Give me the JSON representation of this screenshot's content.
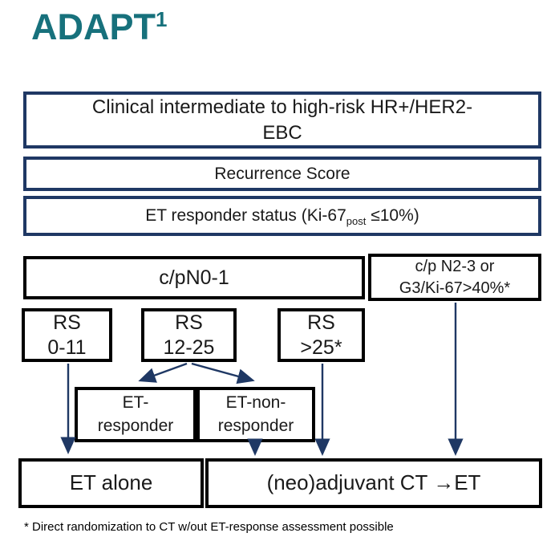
{
  "title": {
    "text": "ADAPT",
    "superscript": "1"
  },
  "colors": {
    "teal_title": "#17717C",
    "navy_border_arrows": "#1F3864",
    "node_border": "#000000",
    "background": "#FFFFFF"
  },
  "flow": {
    "clinical_box": {
      "line1": "Clinical intermediate to high-risk HR+/HER2-",
      "line2": "EBC"
    },
    "recurrence_box": {
      "label": "Recurrence Score"
    },
    "et_status_box": {
      "prefix": "ET responder status (Ki-67",
      "subscript": "post",
      "suffix": " ≤10%)"
    },
    "node_cpn01": {
      "label": "c/pN0-1"
    },
    "node_n23": {
      "line1": "c/p N2-3 or",
      "line2": "G3/Ki-67>40%*"
    },
    "node_rs_0_11": {
      "line1": "RS",
      "line2": "0-11"
    },
    "node_rs_12_25": {
      "line1": "RS",
      "line2": "12-25"
    },
    "node_rs_gt25": {
      "line1": "RS",
      "line2": ">25*"
    },
    "node_et_responder": {
      "line1": "ET-",
      "line2": "responder"
    },
    "node_et_non_responder": {
      "line1": "ET-non-",
      "line2": "responder"
    },
    "node_et_alone": {
      "label": "ET alone"
    },
    "node_neoadjuvant": {
      "label": "(neo)adjuvant CT →ET"
    }
  },
  "footnote": "* Direct randomization to CT w/out ET-response assessment possible"
}
